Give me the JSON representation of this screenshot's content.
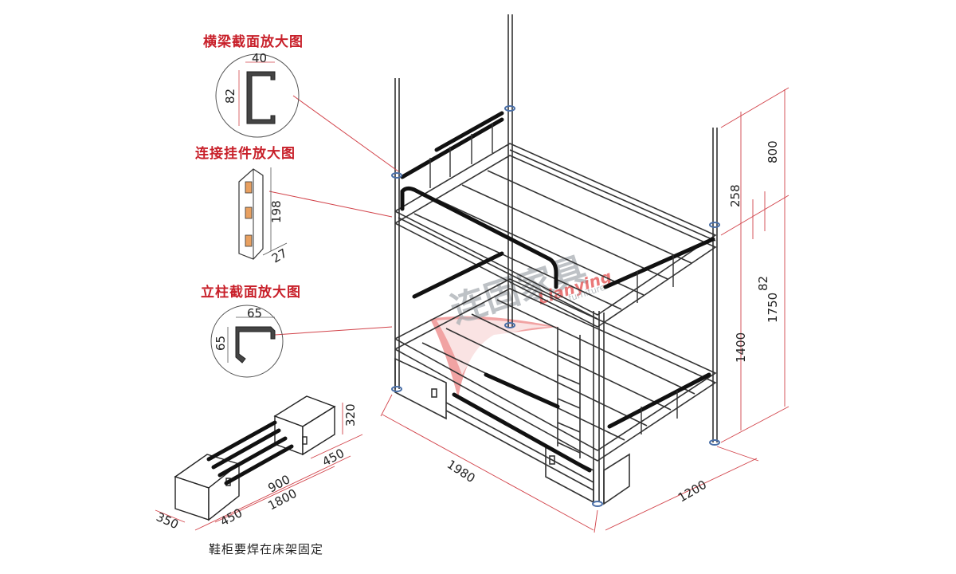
{
  "colors": {
    "caption_red": "#c8202a",
    "leader_red": "#d2434a",
    "frame": "#333333",
    "bar": "#111111",
    "logo_red": "#e03a3a",
    "logo_gray": "#9aa0a6"
  },
  "callouts": {
    "beam": {
      "title": "横梁截面放大图",
      "w": "40",
      "h": "82"
    },
    "hanger": {
      "title": "连接挂件放大图",
      "len": "198",
      "w": "27"
    },
    "post": {
      "title": "立柱截面放大图",
      "w": "65",
      "h": "65"
    }
  },
  "shoe_cabinet": {
    "caption": "鞋柜要焊在床架固定",
    "dims": {
      "height": "320",
      "right_w": "450",
      "mid": "900",
      "total": "1800",
      "left_w": "450",
      "depth": "350"
    }
  },
  "bed_dims": {
    "top": "800",
    "upper": "258",
    "mid_small": "82",
    "lower": "1400",
    "total_h": "1750",
    "length": "1980",
    "width": "1200"
  },
  "logo": {
    "cn": "连固家具",
    "en": "Lianying",
    "sub": "furniture"
  },
  "icons": [
    "leader-line",
    "handle-icon"
  ]
}
